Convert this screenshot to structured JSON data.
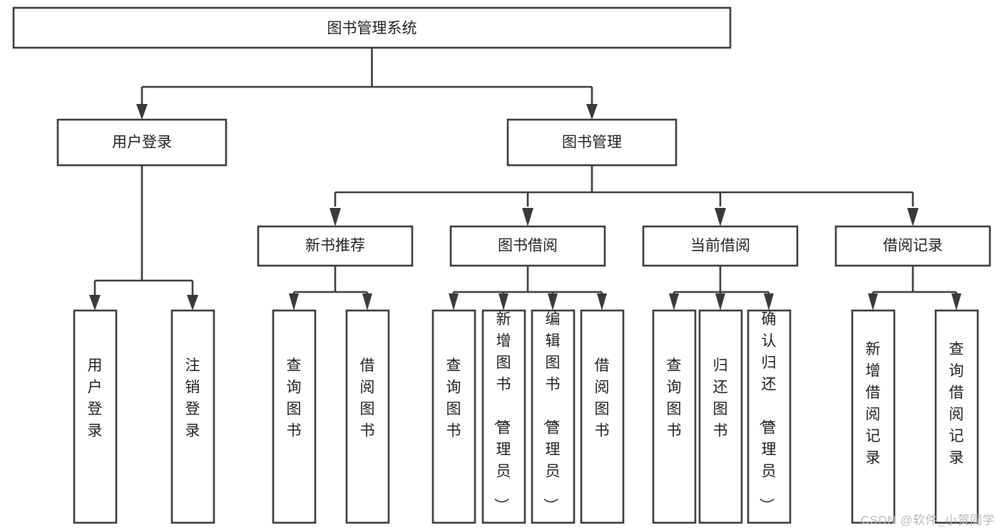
{
  "diagram": {
    "type": "tree-hierarchy",
    "title": "图书管理系统",
    "watermark": "CSDN @软件_小贺同学",
    "colors": {
      "stroke": "#3a3a3a",
      "fill": "#ffffff",
      "text": "#1d1d1d",
      "watermark": "#b9b9b9",
      "background": "#ffffff"
    },
    "levels": {
      "root": {
        "label": "图书管理系统"
      },
      "level2": [
        {
          "label": "用户登录"
        },
        {
          "label": "图书管理"
        }
      ],
      "level3": [
        {
          "label": "新书推荐"
        },
        {
          "label": "图书借阅"
        },
        {
          "label": "当前借阅"
        },
        {
          "label": "借阅记录"
        }
      ],
      "leaves": {
        "user_login": [
          {
            "label": "用户登录"
          },
          {
            "label": "注销登录"
          }
        ],
        "new_book_recommend": [
          {
            "label": "查询图书"
          },
          {
            "label": "借阅图书"
          }
        ],
        "book_borrow": [
          {
            "label": "查询图书"
          },
          {
            "label": "新增图书（管理员）"
          },
          {
            "label": "编辑图书（管理员）"
          },
          {
            "label": "借阅图书"
          }
        ],
        "current_borrow": [
          {
            "label": "查询图书"
          },
          {
            "label": "归还图书"
          },
          {
            "label": "确认归还（管理员）"
          }
        ],
        "borrow_record": [
          {
            "label": "新增借阅记录"
          },
          {
            "label": "查询借阅记录"
          }
        ]
      }
    }
  }
}
